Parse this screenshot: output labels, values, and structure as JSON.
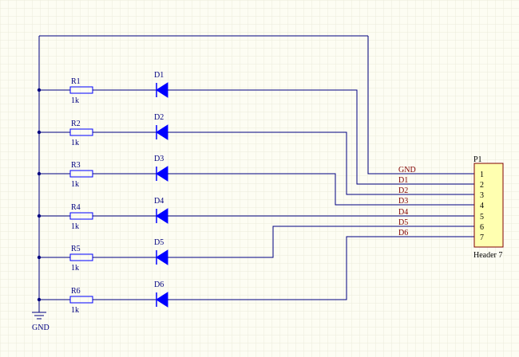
{
  "schematic": {
    "resistors": [
      {
        "ref": "R1",
        "value": "1k"
      },
      {
        "ref": "R2",
        "value": "1k"
      },
      {
        "ref": "R3",
        "value": "1k"
      },
      {
        "ref": "R4",
        "value": "1k"
      },
      {
        "ref": "R5",
        "value": "1k"
      },
      {
        "ref": "R6",
        "value": "1k"
      }
    ],
    "diodes": [
      "D1",
      "D2",
      "D3",
      "D4",
      "D5",
      "D6"
    ],
    "ground_label": "GND",
    "header": {
      "ref": "P1",
      "name": "Header 7",
      "pins": [
        "1",
        "2",
        "3",
        "4",
        "5",
        "6",
        "7"
      ],
      "nets": [
        "GND",
        "D1",
        "D2",
        "D3",
        "D4",
        "D5",
        "D6"
      ]
    },
    "colors": {
      "wire": "#000080",
      "component": "#0000ff",
      "header_fill": "#ffffb0",
      "header_stroke": "#800000",
      "net_label": "#800000",
      "grid": "#e8e8d8"
    }
  }
}
